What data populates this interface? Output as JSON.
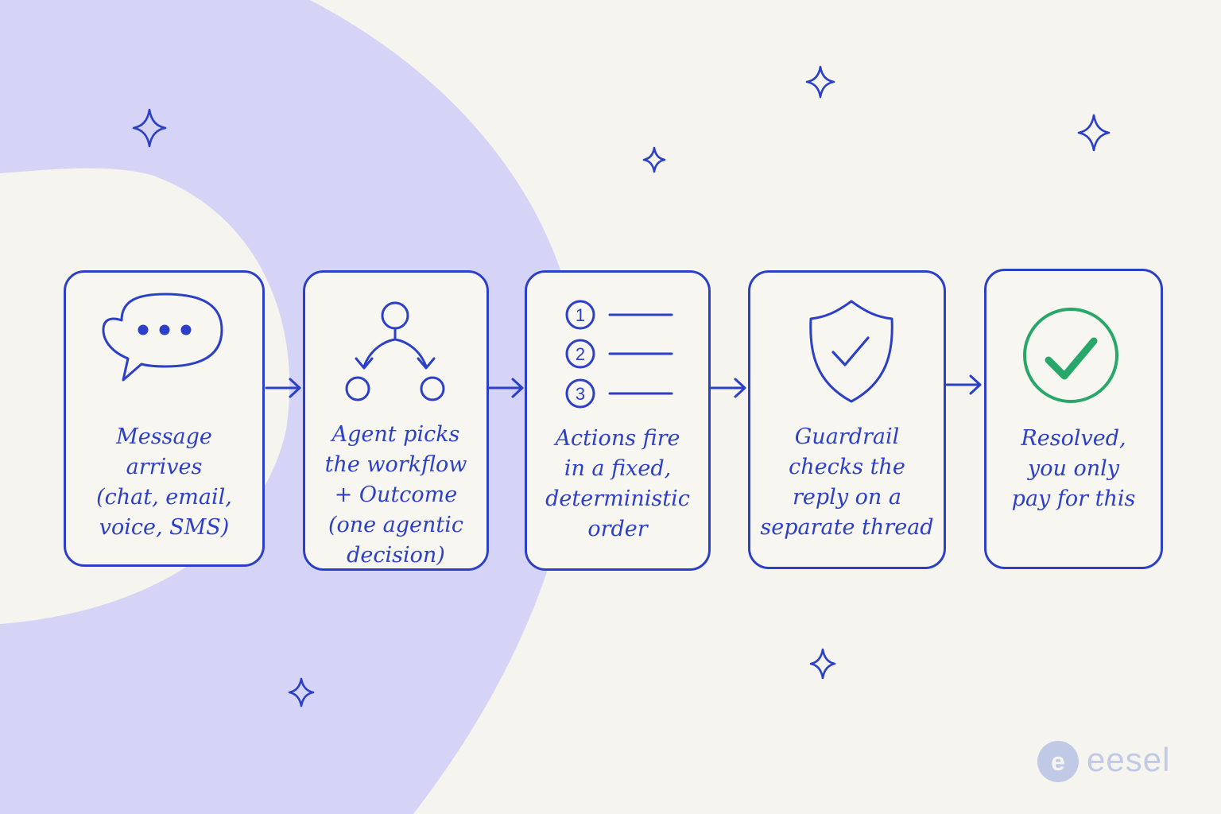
{
  "colors": {
    "ink": "#2b3fc7",
    "check_green": "#27a86a",
    "background": "#f6f4ef",
    "shape_lavender": "#d5d4f6",
    "logo": "#c0c9e6"
  },
  "steps": [
    {
      "icon": "chat-bubble-icon",
      "lines": [
        "Message",
        "arrives",
        "(chat, email,",
        "voice, SMS)"
      ]
    },
    {
      "icon": "branching-workflow-icon",
      "lines": [
        "Agent picks",
        "the workflow",
        "+ Outcome",
        "(one agentic",
        "decision)"
      ]
    },
    {
      "icon": "numbered-list-icon",
      "numbers": [
        "1",
        "2",
        "3"
      ],
      "lines": [
        "Actions fire",
        "in a fixed,",
        "deterministic",
        "order"
      ]
    },
    {
      "icon": "shield-check-icon",
      "lines": [
        "Guardrail",
        "checks the",
        "reply on a",
        "separate thread"
      ]
    },
    {
      "icon": "green-checkmark-icon",
      "lines": [
        "Resolved,",
        "you only",
        "pay for this"
      ]
    }
  ],
  "logo": {
    "text": "eesel",
    "mark": "e"
  }
}
